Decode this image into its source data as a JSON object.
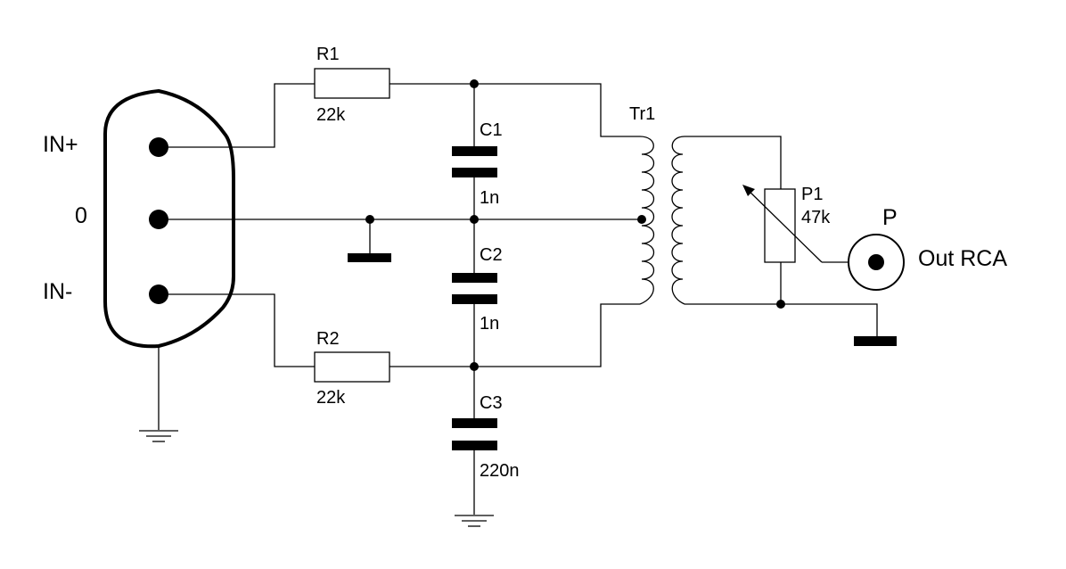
{
  "ports": {
    "in_plus": "IN+",
    "zero": "0",
    "in_minus": "IN-"
  },
  "components": {
    "r1": {
      "ref": "R1",
      "value": "22k"
    },
    "r2": {
      "ref": "R2",
      "value": "22k"
    },
    "c1": {
      "ref": "C1",
      "value": "1n"
    },
    "c2": {
      "ref": "C2",
      "value": "1n"
    },
    "c3": {
      "ref": "C3",
      "value": "220n"
    },
    "tr1": {
      "ref": "Tr1"
    },
    "p1": {
      "ref": "P1",
      "value": "47k"
    }
  },
  "output": {
    "connector": "P",
    "label": "Out RCA"
  }
}
